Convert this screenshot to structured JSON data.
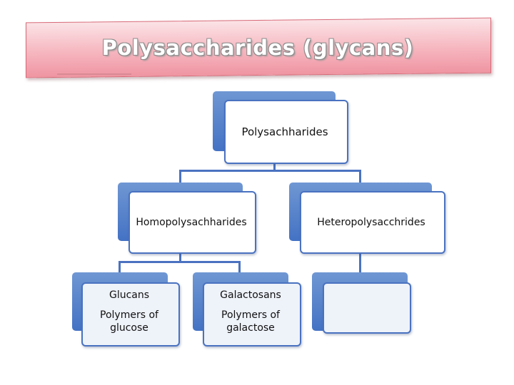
{
  "title": "Polysaccharides (glycans)",
  "root": {
    "label": "Polysachharides"
  },
  "level1": [
    {
      "label": "Homopolysachharides"
    },
    {
      "label": "Heteropolysacchrides"
    }
  ],
  "level2": [
    {
      "name": "Glucans",
      "description": "Polymers of glucose",
      "desc_lines": [
        "Polymers of",
        "glucose"
      ]
    },
    {
      "name": "Galactosans",
      "description": "Polymers of galactose",
      "desc_lines": [
        "Polymers of",
        "galactose"
      ]
    },
    {
      "name": "",
      "description": ""
    }
  ],
  "colors": {
    "box_border": "#4a72c0",
    "box_back": "#4472c4",
    "banner_light": "#fbe3e6",
    "banner_dark": "#ef95a2"
  }
}
